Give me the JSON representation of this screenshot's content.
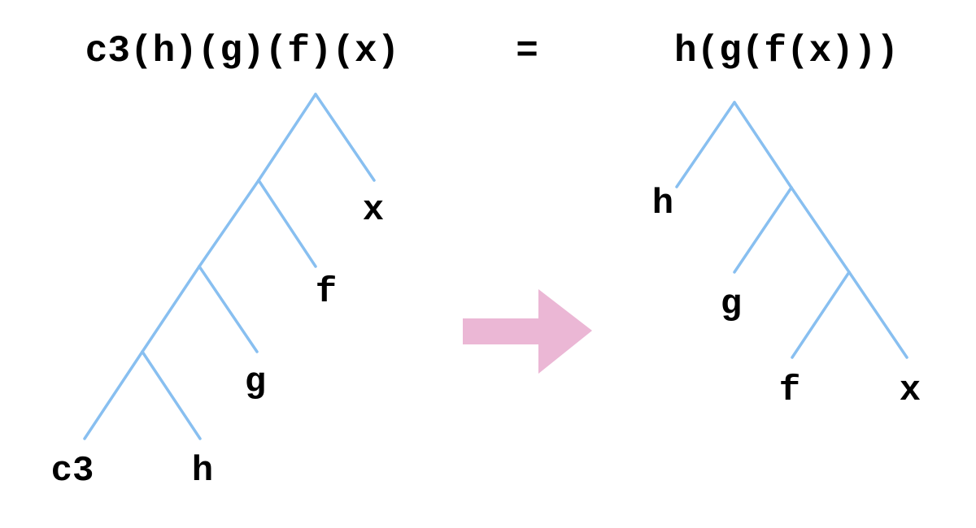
{
  "left_expression": "c3(h)(g)(f)(x)",
  "equals_sign": "=",
  "right_expression": "h(g(f(x)))",
  "left_tree": {
    "leaves": {
      "x": "x",
      "f": "f",
      "g": "g",
      "c3": "c3",
      "h": "h"
    }
  },
  "right_tree": {
    "leaves": {
      "h": "h",
      "g": "g",
      "f": "f",
      "x": "x"
    }
  },
  "colors": {
    "edge": "#88bff0",
    "arrow": "#ebb7d5",
    "text": "#000000"
  }
}
